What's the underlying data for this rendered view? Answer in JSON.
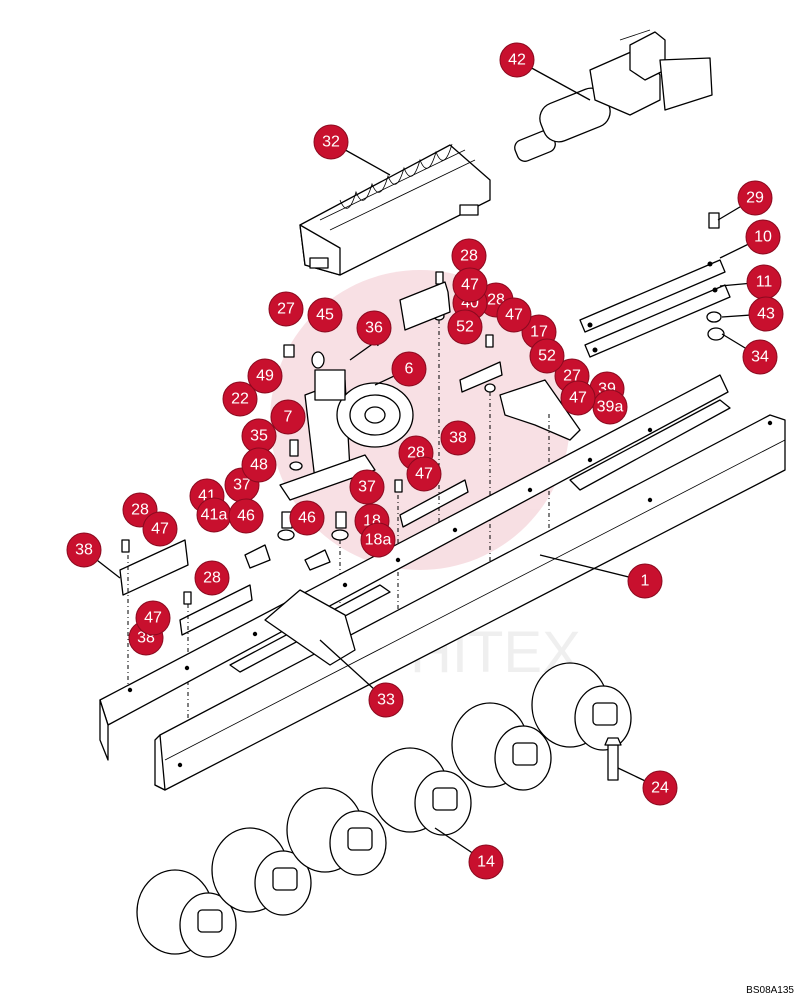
{
  "diagram": {
    "drawing_code": "BS08A135",
    "watermark": "HITEX",
    "accent_color": "#c8102e",
    "callouts": [
      {
        "id": "c1",
        "label": "1"
      },
      {
        "id": "c6",
        "label": "6"
      },
      {
        "id": "c7",
        "label": "7"
      },
      {
        "id": "c10",
        "label": "10"
      },
      {
        "id": "c11",
        "label": "11"
      },
      {
        "id": "c14",
        "label": "14"
      },
      {
        "id": "c17",
        "label": "17"
      },
      {
        "id": "c18",
        "label": "18"
      },
      {
        "id": "c18a",
        "label": "18a"
      },
      {
        "id": "c22",
        "label": "22"
      },
      {
        "id": "c24",
        "label": "24"
      },
      {
        "id": "c27a",
        "label": "27"
      },
      {
        "id": "c27b",
        "label": "27"
      },
      {
        "id": "c28a",
        "label": "28"
      },
      {
        "id": "c28b",
        "label": "28"
      },
      {
        "id": "c28c",
        "label": "28"
      },
      {
        "id": "c28d",
        "label": "28"
      },
      {
        "id": "c28e",
        "label": "28"
      },
      {
        "id": "c29",
        "label": "29"
      },
      {
        "id": "c32",
        "label": "32"
      },
      {
        "id": "c33",
        "label": "33"
      },
      {
        "id": "c34",
        "label": "34"
      },
      {
        "id": "c35",
        "label": "35"
      },
      {
        "id": "c36",
        "label": "36"
      },
      {
        "id": "c37a",
        "label": "37"
      },
      {
        "id": "c37b",
        "label": "37"
      },
      {
        "id": "c38a",
        "label": "38"
      },
      {
        "id": "c38b",
        "label": "38"
      },
      {
        "id": "c38c",
        "label": "38"
      },
      {
        "id": "c39",
        "label": "39"
      },
      {
        "id": "c39a",
        "label": "39a"
      },
      {
        "id": "c40",
        "label": "40"
      },
      {
        "id": "c41",
        "label": "41"
      },
      {
        "id": "c41a",
        "label": "41a"
      },
      {
        "id": "c42",
        "label": "42"
      },
      {
        "id": "c43",
        "label": "43"
      },
      {
        "id": "c45",
        "label": "45"
      },
      {
        "id": "c46a",
        "label": "46"
      },
      {
        "id": "c46b",
        "label": "46"
      },
      {
        "id": "c47a",
        "label": "47"
      },
      {
        "id": "c47b",
        "label": "47"
      },
      {
        "id": "c47c",
        "label": "47"
      },
      {
        "id": "c47d",
        "label": "47"
      },
      {
        "id": "c47e",
        "label": "47"
      },
      {
        "id": "c47f",
        "label": "47"
      },
      {
        "id": "c48",
        "label": "48"
      },
      {
        "id": "c49",
        "label": "49"
      },
      {
        "id": "c52a",
        "label": "52"
      },
      {
        "id": "c52b",
        "label": "52"
      }
    ]
  }
}
